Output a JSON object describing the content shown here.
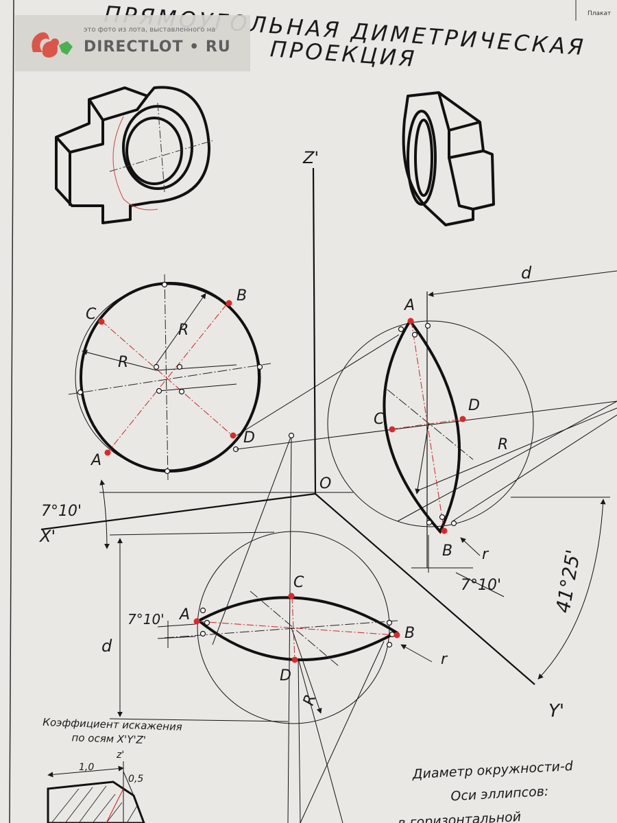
{
  "poster": {
    "title_line1": "ПРЯМОУГОЛЬНАЯ ДИМЕТРИЧЕСКАЯ",
    "title_line2": "ПРОЕКЦИЯ",
    "sheet_label": "Плакат"
  },
  "watermark": {
    "caption": "это фото из лота, выставленного на",
    "brand": "DIRECTLOT • RU",
    "colors": {
      "logo_red": "#d9574a",
      "logo_green": "#4caf50",
      "text": "#5e5e5e"
    }
  },
  "axes": {
    "z": "Z'",
    "x": "X'",
    "y": "Y'",
    "origin": "O"
  },
  "angles": {
    "x_axis": "7°10'",
    "y_axis": "41°25'",
    "ellipse_right": "7°10'",
    "ellipse_bottom": "7°10'"
  },
  "circle_left": {
    "points": [
      "A",
      "B",
      "C",
      "D"
    ],
    "radius": "R"
  },
  "ellipse_right": {
    "points": [
      "A",
      "B",
      "C",
      "D"
    ],
    "radius": "R",
    "small_radius": "r",
    "diameter": "d"
  },
  "ellipse_bottom": {
    "points": [
      "A",
      "B",
      "C",
      "D"
    ],
    "radius": "R",
    "small_radius": "r",
    "diameter": "d"
  },
  "coefficient": {
    "title": "Коэффициент искажения",
    "subtitle": "по осям X'Y'Z'",
    "value_x": "1,0",
    "value_y": "0,5",
    "axis_z": "z'"
  },
  "notes": {
    "line1": "Диаметр окружности-d",
    "line2": "Оси эллипсов:",
    "line3": "в горизонтальной"
  },
  "colors": {
    "ink": "#1a1a1a",
    "accent_red": "#d23c3c",
    "paper": "#e9e8e4"
  }
}
